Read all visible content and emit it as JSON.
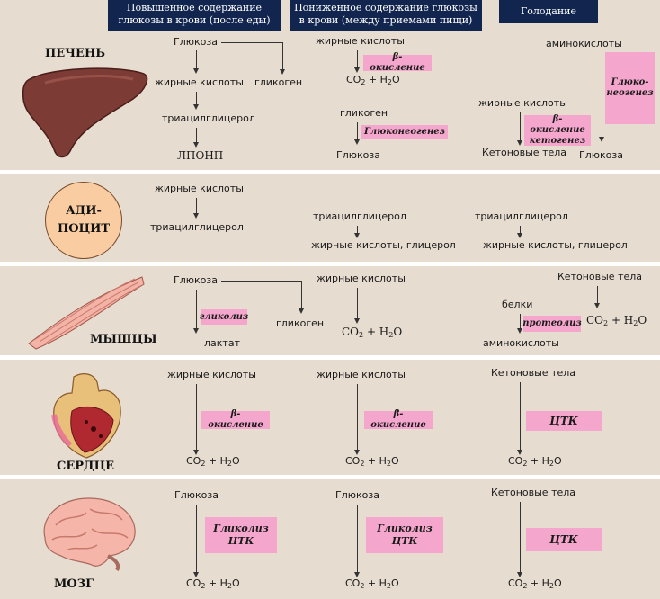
{
  "headers": {
    "fed": "Повышенное содержание глюкозы в крови (после еды)",
    "between": "Пониженное содержание глюкозы в крови (между приемами пищи)",
    "fasting": "Голодание"
  },
  "liver": {
    "name": "ПЕЧЕНЬ",
    "fed": {
      "glucose": "Глюкоза",
      "fatty_acids": "жирные кислоты",
      "glycogen": "гликоген",
      "tag": "триацилглицерол",
      "vldl": "ЛПОНП"
    },
    "between": {
      "fatty_acids": "жирные кислоты",
      "beta_ox": "β-окисление",
      "glycogen": "гликоген",
      "gluconeo": "Глюконеогенез",
      "glucose": "Глюкоза"
    },
    "fasting": {
      "amino": "аминокислоты",
      "gluconeo_1": "Глюко-",
      "gluconeo_2": "неогенез",
      "fatty_acids": "жирные кислоты",
      "beta_ox": "β-окисление",
      "ketogenesis": "кетогенез",
      "ketones": "Кетоновые тела",
      "glucose": "Глюкоза"
    }
  },
  "adipocyte": {
    "name_1": "АДИ-",
    "name_2": "ПОЦИТ",
    "fed": {
      "fatty_acids": "жирные кислоты",
      "tag": "триацилглицерол"
    },
    "between": {
      "tag": "триацилглицерол",
      "products": "жирные кислоты, глицерол"
    },
    "fasting": {
      "tag": "триацилглицерол",
      "products": "жирные кислоты, глицерол"
    }
  },
  "muscle": {
    "name": "МЫШЦЫ",
    "fed": {
      "glucose": "Глюкоза",
      "glycolysis": "гликолиз",
      "glycogen": "гликоген",
      "lactate": "лактат"
    },
    "between": {
      "fatty_acids": "жирные кислоты"
    },
    "fasting": {
      "ketones": "Кетоновые тела",
      "proteins": "белки",
      "proteolysis": "протеолиз",
      "amino": "аминокислоты"
    }
  },
  "heart": {
    "name": "СЕРДЦЕ",
    "fed": {
      "fatty_acids": "жирные кислоты",
      "beta_ox": "β-окисление"
    },
    "between": {
      "fatty_acids": "жирные кислоты",
      "beta_ox": "β-окисление"
    },
    "fasting": {
      "ketones": "Кетоновые тела",
      "tca": "ЦТК"
    }
  },
  "brain": {
    "name": "МОЗГ",
    "fed": {
      "glucose": "Глюкоза",
      "glycolysis": "Гликолиз",
      "tca": "ЦТК"
    },
    "between": {
      "glucose": "Глюкоза",
      "glycolysis": "Гликолиз",
      "tca": "ЦТК"
    },
    "fasting": {
      "ketones": "Кетоновые тела",
      "tca": "ЦТК"
    }
  },
  "co2_h2o": {
    "co2": "CO",
    "sub2": "2",
    "plus": " + H",
    "o": "O"
  },
  "colors": {
    "header_bg": "#12254f",
    "panel_bg": "#e6dccf",
    "enzyme_bg": "#f4a6cc",
    "separator": "#ffffff"
  }
}
